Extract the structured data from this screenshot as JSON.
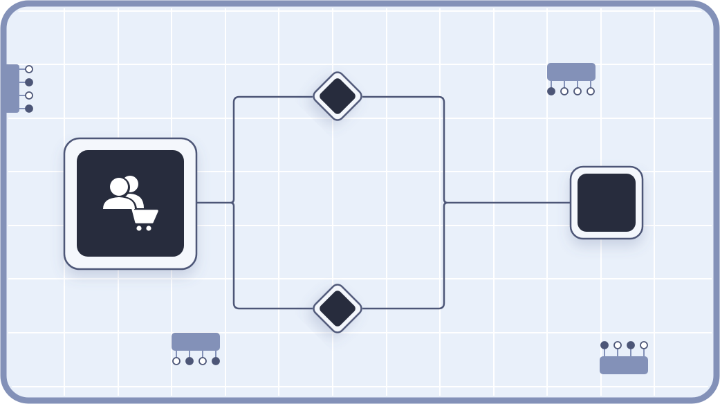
{
  "colors": {
    "frame_border": "#8391b8",
    "canvas_bg": "#e9f0fa",
    "grid": "#ffffff",
    "node_dark": "#272c3d",
    "node_shell": "#f4f7fc",
    "edge": "#4d5677",
    "connector": "#8391b8",
    "icon": "#ffffff"
  },
  "icons": {
    "source_node": "users-cart-icon",
    "gateway_top": "diamond-icon",
    "gateway_bottom": "diamond-icon",
    "target_node": "square-icon"
  },
  "connectors": {
    "left_edge": [
      "open",
      "filled",
      "open",
      "filled"
    ],
    "top_right": [
      "filled",
      "open",
      "open",
      "open"
    ],
    "bottom_left": [
      "open",
      "filled",
      "open",
      "filled"
    ],
    "bottom_right": [
      "filled",
      "open",
      "filled",
      "open"
    ]
  }
}
